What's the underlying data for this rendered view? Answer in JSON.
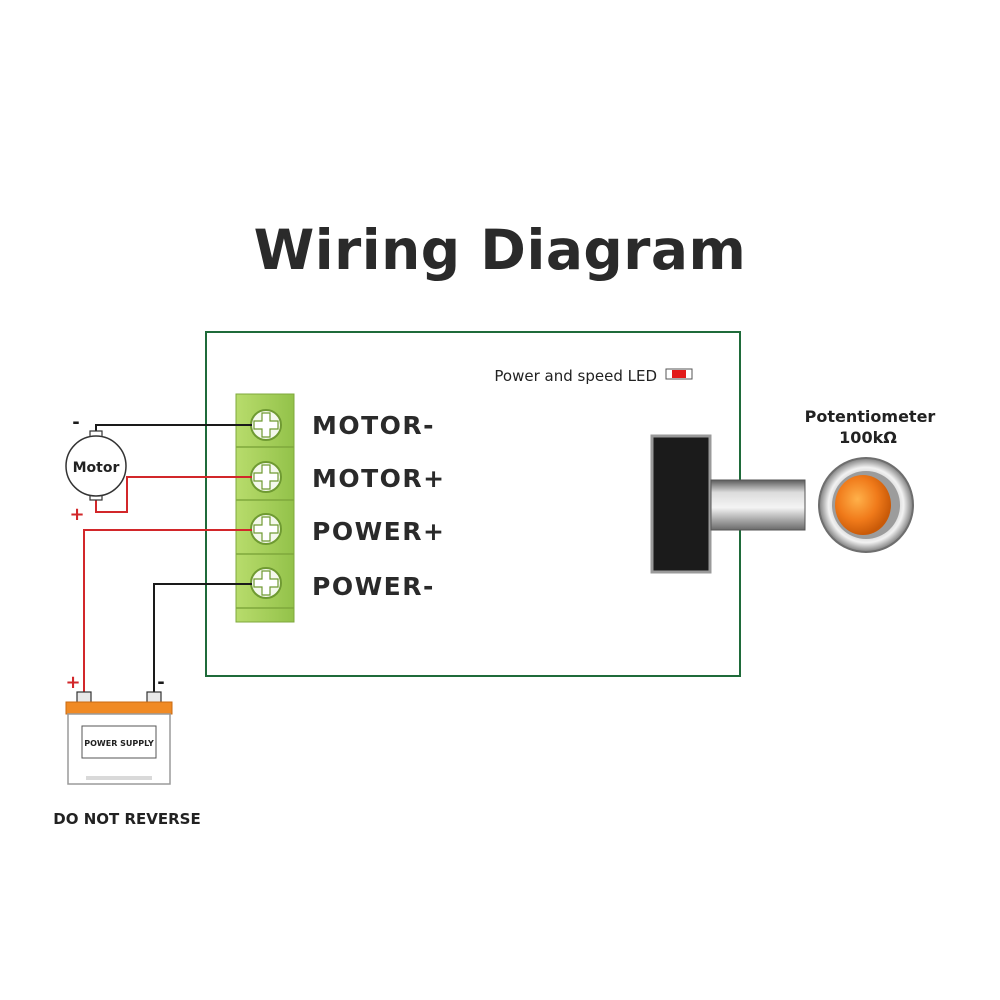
{
  "title": "Wiring Diagram",
  "led": {
    "label": "Power and speed LED"
  },
  "terminals": [
    {
      "label": "MOTOR-"
    },
    {
      "label": "MOTOR+"
    },
    {
      "label": "POWER+"
    },
    {
      "label": "POWER-"
    }
  ],
  "potentiometer": {
    "label": "Potentiometer",
    "value": "100kΩ"
  },
  "motor": {
    "label": "Motor",
    "minus_sign": "-",
    "plus_sign": "+"
  },
  "power_supply": {
    "label": "POWER SUPPLY",
    "plus_sign": "+",
    "minus_sign": "-"
  },
  "warning": "DO NOT REVERSE",
  "colors": {
    "board_border": "#1f6b3a",
    "terminal_block": "#a6cf5a",
    "wire_red": "#d2272a",
    "wire_black": "#1a1a1a",
    "knob_orange": "#f07a1a",
    "battery_orange": "#f08a24",
    "led_red": "#e21b1b"
  }
}
